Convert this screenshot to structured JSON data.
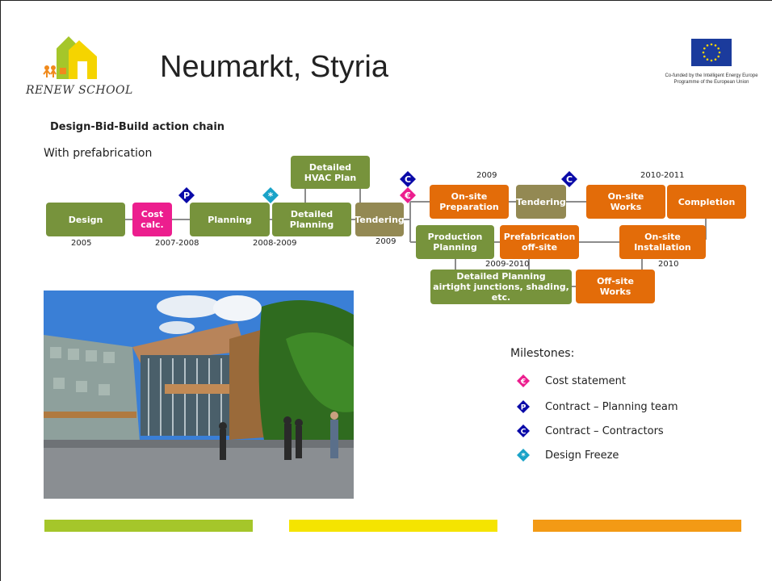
{
  "header": {
    "title": "Neumarkt, Styria",
    "logo_text": "RENEW SCHOOL",
    "eu_funding_text": "Co-funded by the Intelligent Energy Europe\nProgramme of the European Union"
  },
  "diagram": {
    "subtitle": "Design-Bid-Build action chain",
    "variant": "With prefabrication",
    "steps": {
      "design": "Design",
      "cost_calc": "Cost calc.",
      "planning": "Planning",
      "detailed_hvac": "Detailed\nHVAC Plan",
      "detailed_planning": "Detailed\nPlanning",
      "tendering1": "Tendering",
      "onsite_prep": "On-site\nPreparation",
      "tendering2": "Tendering",
      "onsite_works": "On-site\nWorks",
      "completion": "Completion",
      "production_planning": "Production\nPlanning",
      "prefab_offsite": "Prefabrication\noff-site",
      "onsite_installation": "On-site\nInstallation",
      "detailed_planning_junctions": "Detailed Planning\nairtight junctions, shading, etc.",
      "offsite_works": "Off-site\nWorks"
    },
    "years": {
      "y2005": "2005",
      "y2007_2008": "2007-2008",
      "y2008_2009": "2008-2009",
      "y2009a": "2009",
      "y2009b": "2009",
      "y2010_2011": "2010-2011",
      "y2009_2010": "2009-2010",
      "y2010": "2010"
    },
    "marker_letters": {
      "contract_planning": "P",
      "contract_contractors": "C",
      "cost_statement": "€",
      "design_freeze": "*"
    }
  },
  "legend": {
    "title": "Milestones:",
    "items": [
      {
        "label": "Cost statement",
        "color": "#ec1e8e",
        "symbol": "€"
      },
      {
        "label": "Contract – Planning team",
        "color": "#0a0aa8",
        "symbol": "P"
      },
      {
        "label": "Contract – Contractors",
        "color": "#0a0aa8",
        "symbol": "C"
      },
      {
        "label": "Design Freeze",
        "color": "#1aa3c8",
        "symbol": "*"
      }
    ]
  },
  "colors": {
    "green": "#77933c",
    "pink": "#ec1e8e",
    "orange": "#e36c09",
    "khaki": "#938953",
    "bar_green": "#a5c62a",
    "bar_yellow": "#f5e400",
    "bar_orange": "#f39a15"
  }
}
